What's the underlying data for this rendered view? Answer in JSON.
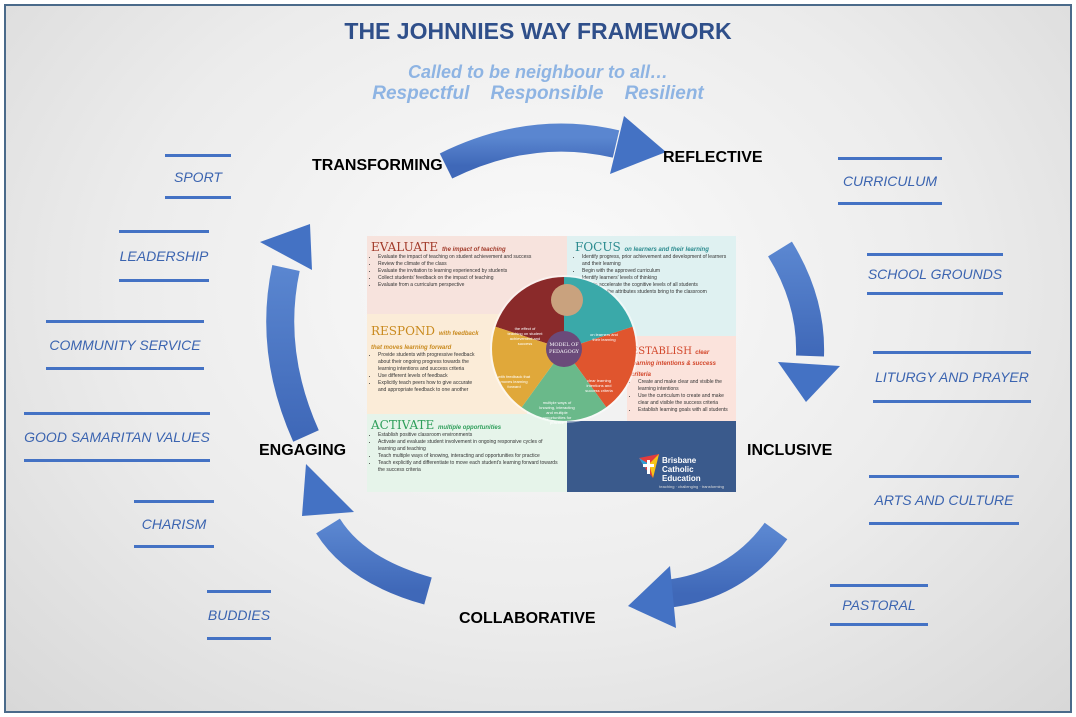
{
  "title": "THE JOHNNIES WAY FRAMEWORK",
  "subtitle": {
    "line1": "Called to be neighbour to all…",
    "line2": "Respectful    Responsible    Resilient"
  },
  "stages": {
    "transforming": "TRANSFORMING",
    "reflective": "REFLECTIVE",
    "inclusive": "INCLUSIVE",
    "collaborative": "COLLABORATIVE",
    "engaging": "ENGAGING"
  },
  "left_tags": [
    "SPORT",
    "LEADERSHIP",
    "COMMUNITY SERVICE",
    "GOOD SAMARITAN VALUES",
    "CHARISM",
    "BUDDIES"
  ],
  "right_tags": [
    "CURRICULUM",
    "SCHOOL GROUNDS",
    "LITURGY AND PRAYER",
    "ARTS AND CULTURE",
    "PASTORAL"
  ],
  "colors": {
    "title": "#2f4f8a",
    "subtitle": "#8eb4e3",
    "arrow": "#4472c4",
    "tag_text": "#3b64b0"
  },
  "poster": {
    "evaluate": {
      "heading": "EVALUATE",
      "sub": "the impact of teaching",
      "items": [
        "Evaluate the impact of teaching on student achievement and success",
        "Review the climate of the class",
        "Evaluate the invitation to learning experienced by students",
        "Collect students' feedback on the impact of teaching",
        "Evaluate from a curriculum perspective"
      ]
    },
    "focus": {
      "heading": "FOCUS",
      "sub": "on learners and their learning",
      "items": [
        "Identify progress, prior achievement and development of learners and their learning",
        "Begin with the approved curriculum",
        "Identify learners' levels of thinking",
        "Plan to accelerate the cognitive levels of all students",
        "Recognise the attributes students bring to the classroom"
      ]
    },
    "respond": {
      "heading": "RESPOND",
      "sub": "with feedback that moves learning forward",
      "items": [
        "Provide students with progressive feedback about their ongoing progress towards the learning intentions and success criteria",
        "Use different levels of feedback",
        "Explicitly teach peers how to give accurate and appropriate feedback to one another"
      ]
    },
    "establish": {
      "heading": "ESTABLISH",
      "sub": "clear learning intentions & success criteria",
      "items": [
        "Create and make clear and visible the learning intentions",
        "Use the curriculum to create and make clear and visible the success criteria",
        "Establish learning goals with all students"
      ]
    },
    "activate": {
      "heading": "ACTIVATE",
      "sub": "multiple opportunities",
      "items": [
        "Establish positive classroom environments",
        "Activate and evaluate student involvement in ongoing responsive cycles of learning and teaching",
        "Teach multiple ways of knowing, interacting and opportunities for practice",
        "Teach explicitly and differentiate to move each student's learning forward towards the success criteria"
      ]
    },
    "wheel_center": "MODEL OF PEDAGOGY",
    "wheel_segments": {
      "evaluate": "the effect of teaching on student achievement and success",
      "focus": "on learners and their learning",
      "establish": "clear learning intentions and success criteria",
      "activate": "multiple ways of knowing, interacting and multiple opportunities for practice",
      "respond": "with feedback that moves learning forward"
    },
    "logo_text": "Brisbane Catholic Education",
    "logo_tagline": "teaching · challenging · transforming"
  }
}
